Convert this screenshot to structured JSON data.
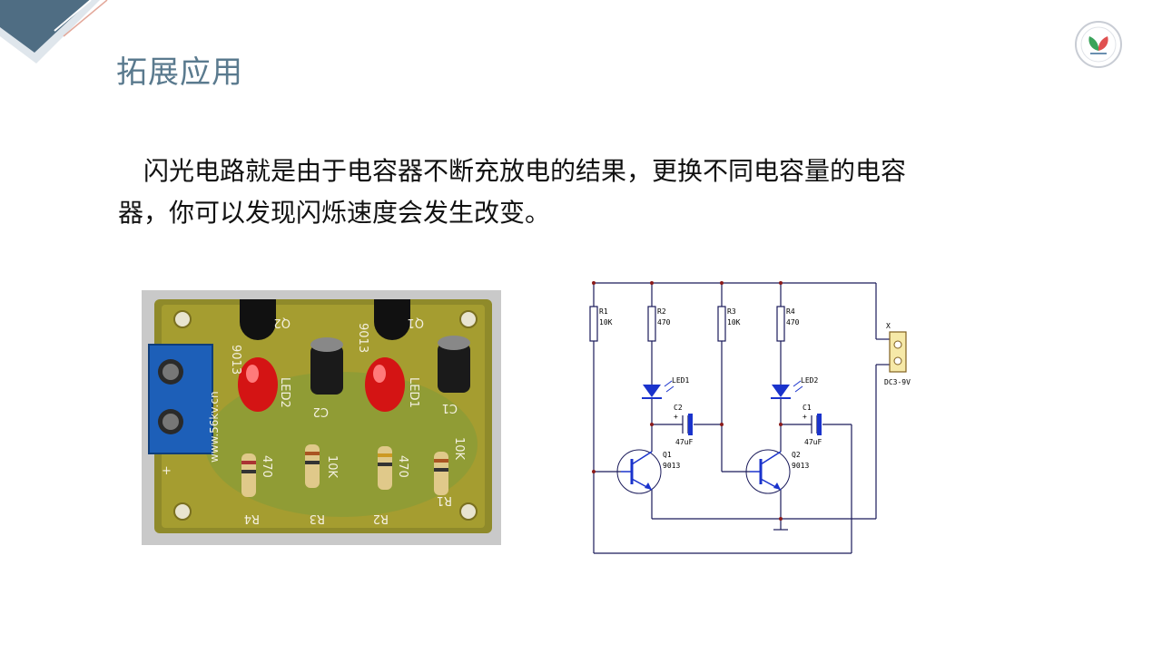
{
  "slide": {
    "title": "拓展应用",
    "paragraph": "闪光电路就是由于电容器不断充放电的结果，更换不同电容量的电容器，你可以发现闪烁速度会发生改变。"
  },
  "photo": {
    "labels": [
      "Q2",
      "Q1",
      "9013",
      "9013",
      "LED2",
      "LED1",
      "C2",
      "C1",
      "470",
      "10K",
      "470",
      "10K",
      "R4",
      "R3",
      "R2",
      "R1",
      "+",
      "www.56kv.cn"
    ]
  },
  "schematic": {
    "labels": {
      "r1": "R1",
      "r1v": "10K",
      "r2": "R2",
      "r2v": "470",
      "r3": "R3",
      "r3v": "10K",
      "r4": "R4",
      "r4v": "470",
      "led1": "LED1",
      "led2": "LED2",
      "c2": "C2",
      "c2v": "47uF",
      "c1": "C1",
      "c1v": "47uF",
      "q1": "Q1",
      "q1v": "9013",
      "q2": "Q2",
      "q2v": "9013",
      "x": "X",
      "dc": "DC3-9V",
      "plus1": "+",
      "plus2": "+"
    }
  },
  "colors": {
    "title": "#5a7a8e",
    "accent": "#4a6a82",
    "circuit_line": "#1a1a5a",
    "transistor": "#1a33cc"
  }
}
